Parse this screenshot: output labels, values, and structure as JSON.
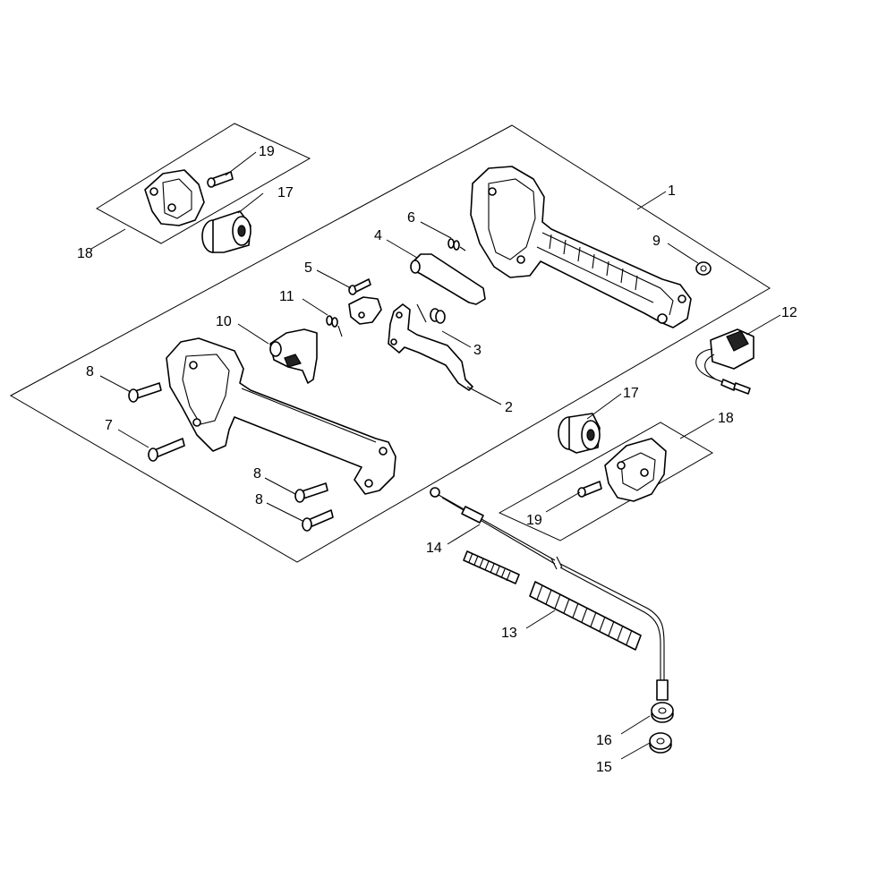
{
  "callouts": {
    "c1": "1",
    "c2": "2",
    "c3": "3",
    "c4": "4",
    "c5": "5",
    "c6": "6",
    "c7": "7",
    "c8a": "8",
    "c8b": "8",
    "c8c": "8",
    "c9": "9",
    "c10": "10",
    "c11": "11",
    "c12": "12",
    "c13": "13",
    "c14": "14",
    "c15": "15",
    "c16": "16",
    "c17a": "17",
    "c17b": "17",
    "c18a": "18",
    "c18b": "18",
    "c19a": "19",
    "c19b": "19"
  }
}
